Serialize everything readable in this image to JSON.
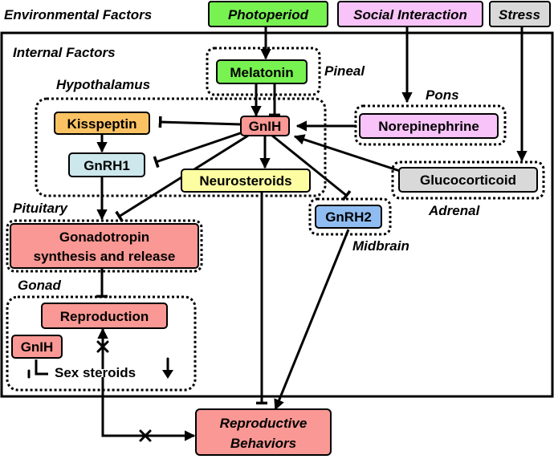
{
  "labels": {
    "environmental_factors": "Environmental Factors",
    "internal_factors": "Internal Factors",
    "pineal": "Pineal",
    "hypothalamus": "Hypothalamus",
    "pons": "Pons",
    "adrenal": "Adrenal",
    "pituitary": "Pituitary",
    "midbrain": "Midbrain",
    "gonad": "Gonad"
  },
  "nodes": {
    "photoperiod": "Photoperiod",
    "social_interaction": "Social Interaction",
    "stress": "Stress",
    "melatonin": "Melatonin",
    "gnih": "GnIH",
    "kisspeptin": "Kisspeptin",
    "gnrh1": "GnRH1",
    "neurosteroids": "Neurosteroids",
    "norepinephrine": "Norepinephrine",
    "glucocorticoid": "Glucocorticoid",
    "gnrh2": "GnRH2",
    "gonadotropin_line1": "Gonadotropin",
    "gonadotropin_line2": "synthesis and release",
    "reproduction": "Reproduction",
    "gonad_gnih": "GnIH",
    "sex_steroids": "Sex steroids",
    "behaviors_line1": "Reproductive",
    "behaviors_line2": "Behaviors"
  },
  "colors": {
    "green": "#77f251",
    "pink": "#f7c3f8",
    "gray": "#d9d9d9",
    "orange": "#fbc264",
    "lightblue": "#cde8ec",
    "yellow": "#fdfda2",
    "blue": "#8fbdf1",
    "salmon": "#f99894",
    "stroke": "#000000"
  }
}
